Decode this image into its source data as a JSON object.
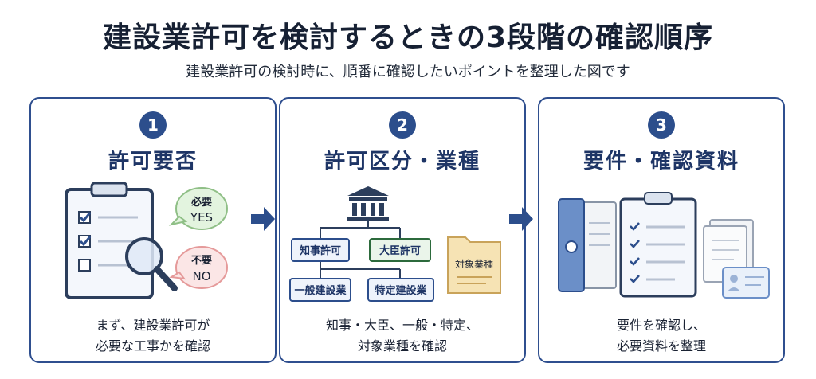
{
  "title": "建設業許可を検討するときの3段階の確認順序",
  "subtitle": "建設業許可の検討時に、順番に確認したいポイントを整理した図です",
  "colors": {
    "navy": "#2c4e8c",
    "green_bubble": "#e3f4df",
    "red_bubble": "#fbe6e6",
    "folder": "#f6e3b4"
  },
  "steps": [
    {
      "number": "1",
      "title": "許可要否",
      "bubble_yes": {
        "top": "必要",
        "bottom": "YES"
      },
      "bubble_no": {
        "top": "不要",
        "bottom": "NO"
      },
      "desc": [
        "まず、建設業許可が",
        "必要な工事かを確認"
      ],
      "icons": [
        "clipboard-checklist-icon",
        "magnifier-icon"
      ]
    },
    {
      "number": "2",
      "title": "許可区分・業種",
      "boxes": [
        "知事許可",
        "大臣許可",
        "一般建設業",
        "特定建設業"
      ],
      "folder_label": "対象業種",
      "desc": [
        "知事・大臣、一般・特定、",
        "対象業種を確認"
      ],
      "icons": [
        "government-building-icon",
        "folder-icon"
      ]
    },
    {
      "number": "3",
      "title": "要件・確認資料",
      "desc": [
        "要件を確認し、",
        "必要資料を整理"
      ],
      "icons": [
        "binder-icon",
        "clipboard-checklist-icon",
        "documents-icon",
        "id-card-icon"
      ]
    }
  ]
}
